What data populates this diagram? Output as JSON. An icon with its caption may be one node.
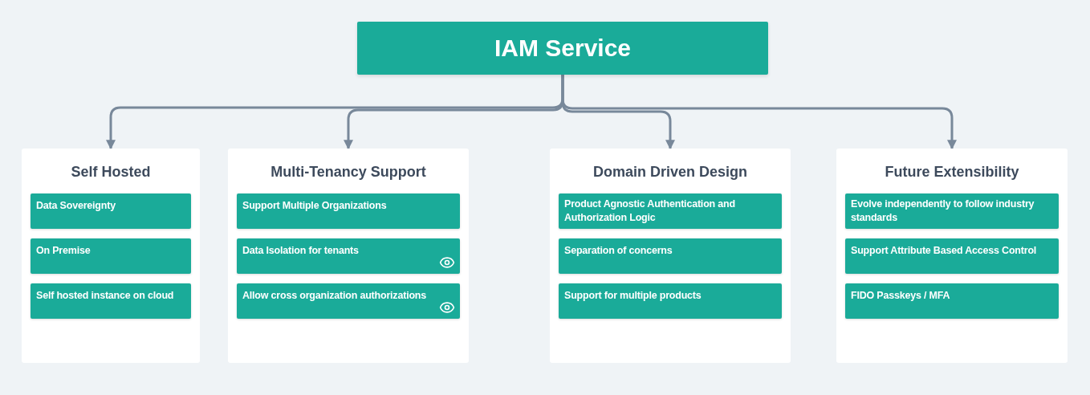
{
  "diagram": {
    "nodes": [
      {
        "text": [
          "IAM Service"
        ]
      },
      {
        "text": [
          "Self Hosted"
        ]
      },
      {
        "text": [
          "Data Sovereignty"
        ],
        "in": 1
      },
      {
        "text": [
          "On Premise"
        ],
        "in": 1
      },
      {
        "text": [
          "Self hosted instance on cloud"
        ],
        "in": 1
      },
      {
        "text": [
          "Multi-Tenancy Support"
        ]
      },
      {
        "text": [
          "Support Multiple Organizations"
        ],
        "in": 5
      },
      {
        "text": [
          "Data Isolation for tenants"
        ],
        "in": 5
      },
      {
        "text": [
          "Allow cross organization authorizations"
        ],
        "in": 5
      },
      {
        "text": [
          "Domain Driven Design"
        ]
      },
      {
        "text": [
          "Product Agnostic Authentication and Authorization Logic"
        ],
        "in": 9
      },
      {
        "text": [
          "Separation of concerns"
        ],
        "in": 9
      },
      {
        "text": [
          "Support for multiple products"
        ],
        "in": 9
      },
      {
        "text": [
          "Future Extensibility"
        ]
      },
      {
        "text": [
          "Evolve independently to follow industry standards"
        ],
        "in": 13
      },
      {
        "text": [
          "Support Attribute Based Access Control"
        ],
        "in": 13
      },
      {
        "text": [
          "FIDO Passkeys / MFA"
        ],
        "in": 13
      }
    ],
    "edges": [
      {
        "from": 0,
        "to": 1,
        "arrow": "to"
      },
      {
        "from": 0,
        "to": 5,
        "arrow": "to"
      },
      {
        "from": 0,
        "to": 9,
        "arrow": "to"
      },
      {
        "from": 0,
        "to": 13,
        "arrow": "to"
      }
    ]
  }
}
